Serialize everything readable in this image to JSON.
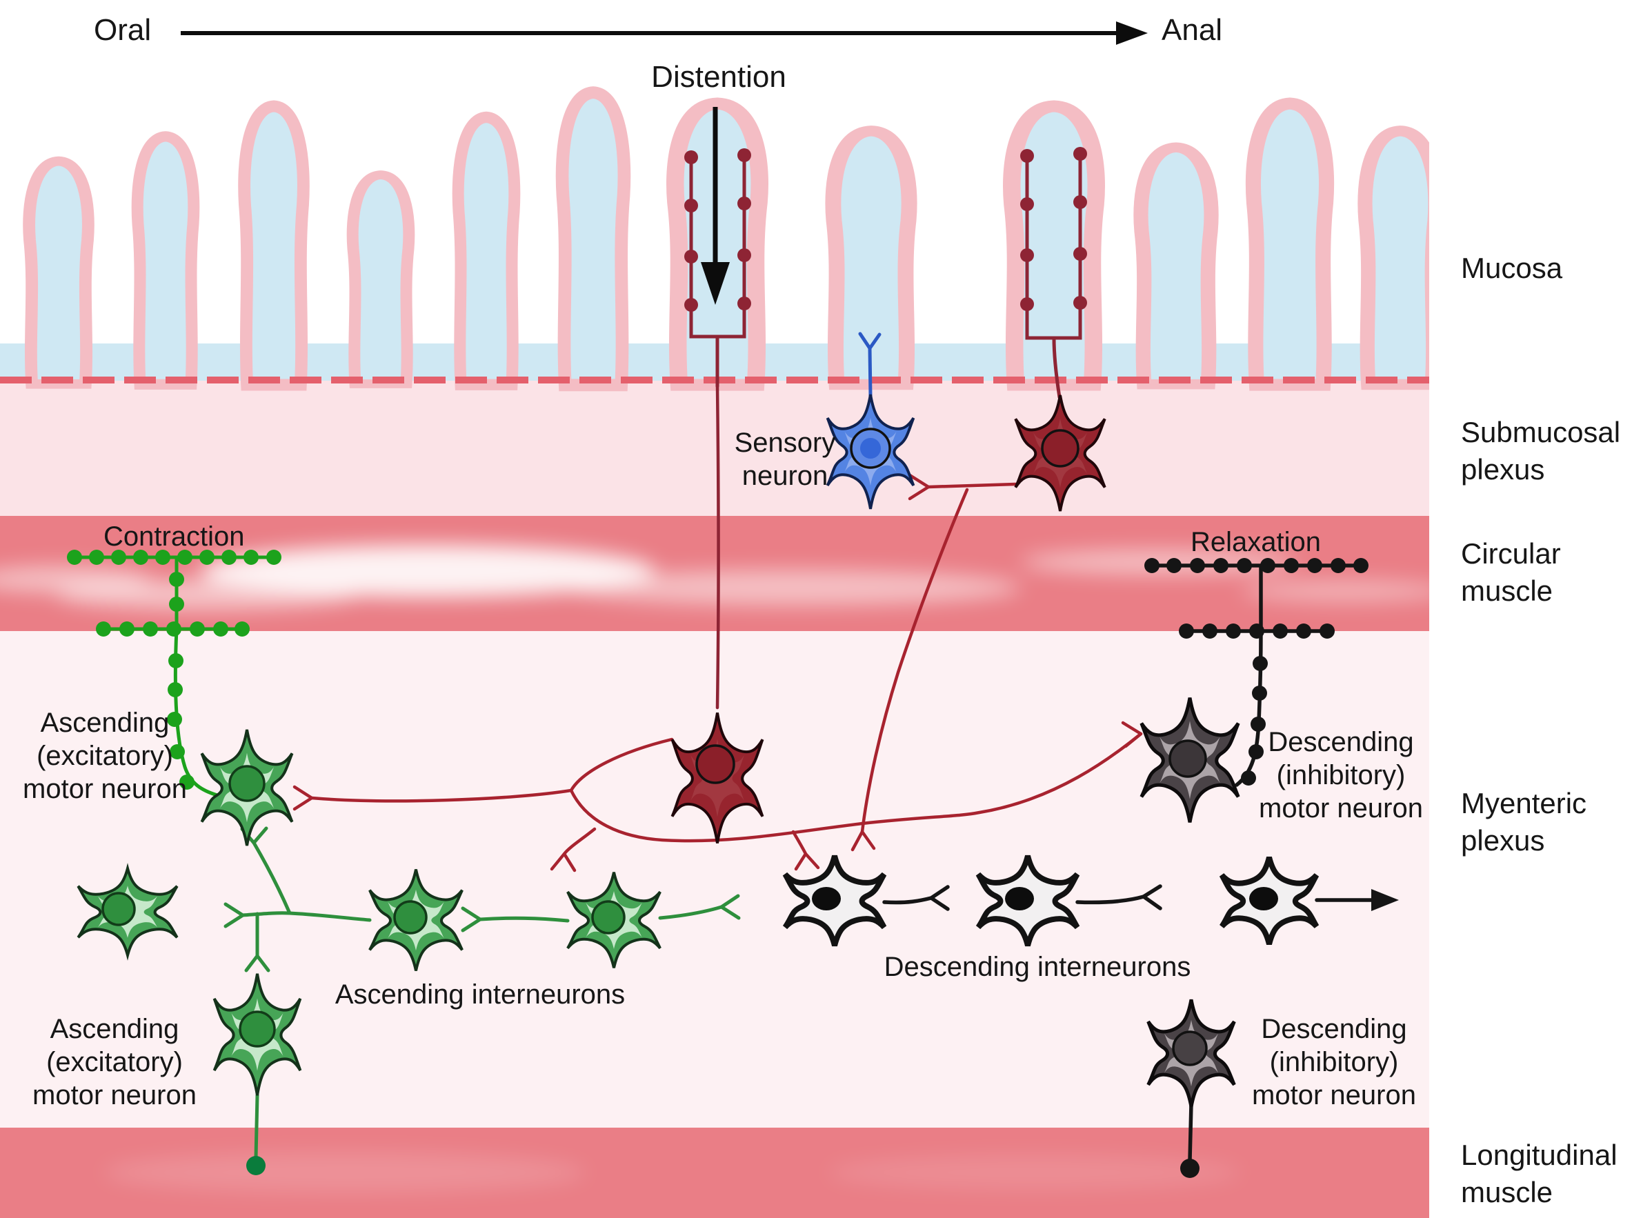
{
  "header": {
    "oral": "Oral",
    "anal": "Anal"
  },
  "annotations": {
    "distention": "Distention",
    "sensory_neuron": "Sensory neuron",
    "contraction": "Contraction",
    "relaxation": "Relaxation",
    "ascending_motor_neuron": "Ascending (excitatory) motor neuron",
    "ascending_interneurons": "Ascending interneurons",
    "descending_motor_neuron": "Descending (inhibitory) motor neuron",
    "descending_interneurons": "Descending interneurons"
  },
  "layers": {
    "mucosa": "Mucosa",
    "submucosal_plexus": "Submucosal plexus",
    "circular_muscle": "Circular muscle",
    "myenteric_plexus": "Myenteric plexus",
    "longitudinal_muscle": "Longitudinal muscle"
  },
  "colors": {
    "muscle_pink": "#ea7e86",
    "submucosa_pink": "#fbe3e7",
    "myenteric_bg": "#fdf1f3",
    "mucosa_blue": "#cfe8f3",
    "villus_pink": "#f4bdc4",
    "boundary_dash": "#e4606c",
    "excitatory_green": "#2e8f3c",
    "bright_green": "#1ca21c",
    "interneuron_red": "#a8232f",
    "dark_red": "#8e2434",
    "sensory_blue": "#5484e3",
    "inhibitory_black": "#151515",
    "gray_soma": "#aca4a8",
    "text_black": "#161616"
  }
}
